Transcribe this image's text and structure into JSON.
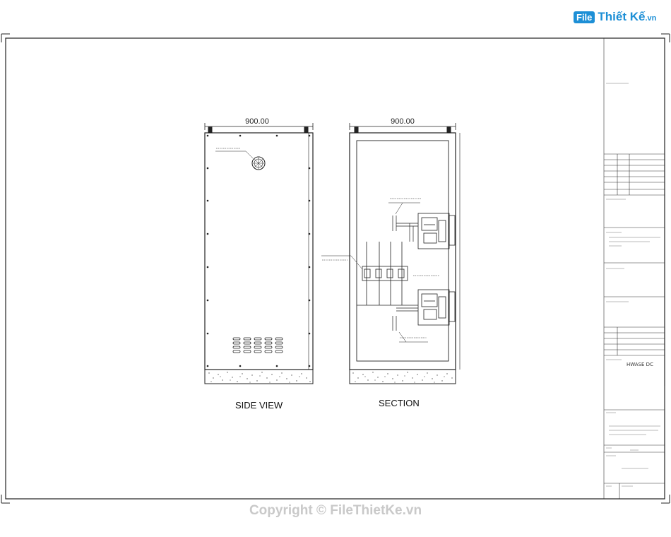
{
  "watermark": {
    "logo_box": "File",
    "logo_text": "Thiết Kế",
    "logo_suffix": ".vn",
    "copyright": "Copyright © FileThietKe.vn"
  },
  "side_view": {
    "dimension": "900.00",
    "label": "SIDE VIEW"
  },
  "section_view": {
    "dimension": "900.00",
    "label": "SECTION"
  },
  "title_block": {
    "company_mark": "HWASE DC"
  },
  "colors": {
    "line": "#222222",
    "watermark_blue": "#1d8fd6",
    "watermark_grey": "#c9c9c9"
  }
}
